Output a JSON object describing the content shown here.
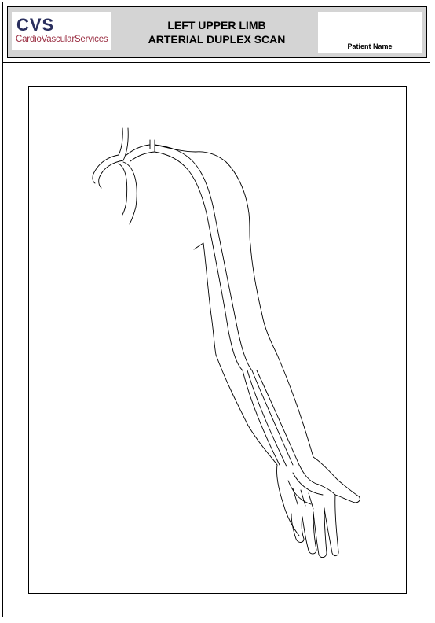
{
  "logo": {
    "abbr": "CVS",
    "company": "CardioVascularServices"
  },
  "title": {
    "line1": "LEFT UPPER LIMB",
    "line2": "ARTERIAL DUPLEX SCAN"
  },
  "patient": {
    "label": "Patient Name",
    "value": ""
  },
  "colors": {
    "header_bg": "#d4d4d4",
    "logo_navy": "#2a2f5e",
    "logo_red": "#9b3044"
  },
  "diagram": {
    "subject": "left-upper-limb-arterial-anatomy"
  }
}
